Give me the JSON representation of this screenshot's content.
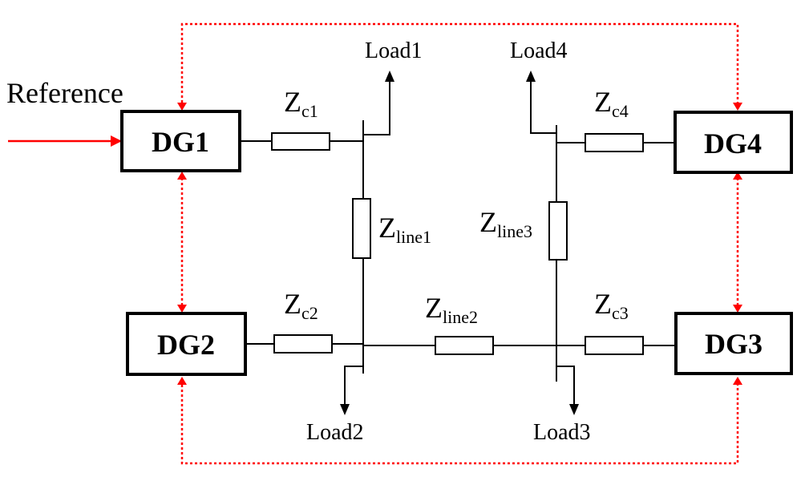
{
  "colors": {
    "wire": "#000000",
    "comm_link": "#ff0000",
    "background": "#ffffff"
  },
  "reference_label": "Reference",
  "generators": [
    {
      "id": "dg1",
      "label": "DG1"
    },
    {
      "id": "dg2",
      "label": "DG2"
    },
    {
      "id": "dg3",
      "label": "DG3"
    },
    {
      "id": "dg4",
      "label": "DG4"
    }
  ],
  "loads": [
    {
      "id": "load1",
      "label": "Load1"
    },
    {
      "id": "load2",
      "label": "Load2"
    },
    {
      "id": "load3",
      "label": "Load3"
    },
    {
      "id": "load4",
      "label": "Load4"
    }
  ],
  "impedances": [
    {
      "id": "zc1",
      "symbol": "Z",
      "subscript": "c1"
    },
    {
      "id": "zc2",
      "symbol": "Z",
      "subscript": "c2"
    },
    {
      "id": "zc3",
      "symbol": "Z",
      "subscript": "c3"
    },
    {
      "id": "zc4",
      "symbol": "Z",
      "subscript": "c4"
    },
    {
      "id": "zline1",
      "symbol": "Z",
      "subscript": "line1"
    },
    {
      "id": "zline2",
      "symbol": "Z",
      "subscript": "line2"
    },
    {
      "id": "zline3",
      "symbol": "Z",
      "subscript": "line3"
    }
  ]
}
